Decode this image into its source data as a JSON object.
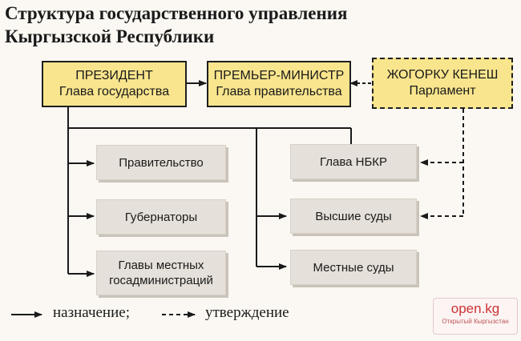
{
  "title": {
    "line1": "Структура государственного управления",
    "line2": "Кыргызской Республики"
  },
  "nodes": {
    "president": {
      "name": "ПРЕЗИДЕНТ",
      "role": "Глава государства"
    },
    "prime_minister": {
      "name": "ПРЕМЬЕР-МИНИСТР",
      "role": "Глава правительства"
    },
    "parliament": {
      "name": "ЖОГОРКУ КЕНЕШ",
      "role": "Парламент"
    },
    "government": {
      "label": "Правительство"
    },
    "governors": {
      "label": "Губернаторы"
    },
    "local_admin": {
      "line1": "Главы местных",
      "line2": "госадминистраций"
    },
    "nbkr_head": {
      "label": "Глава НБКР"
    },
    "supreme_courts": {
      "label": "Высшие суды"
    },
    "local_courts": {
      "label": "Местные суды"
    }
  },
  "legend": {
    "solid": "назначение;",
    "dashed": "утверждение"
  },
  "watermark": {
    "name": "open.kg",
    "subtitle": "Открытый Кыргызстан"
  },
  "colors": {
    "top_box": "#f9e58d",
    "sub_box": "#e5e0d9",
    "watermark": "#cc3333"
  }
}
